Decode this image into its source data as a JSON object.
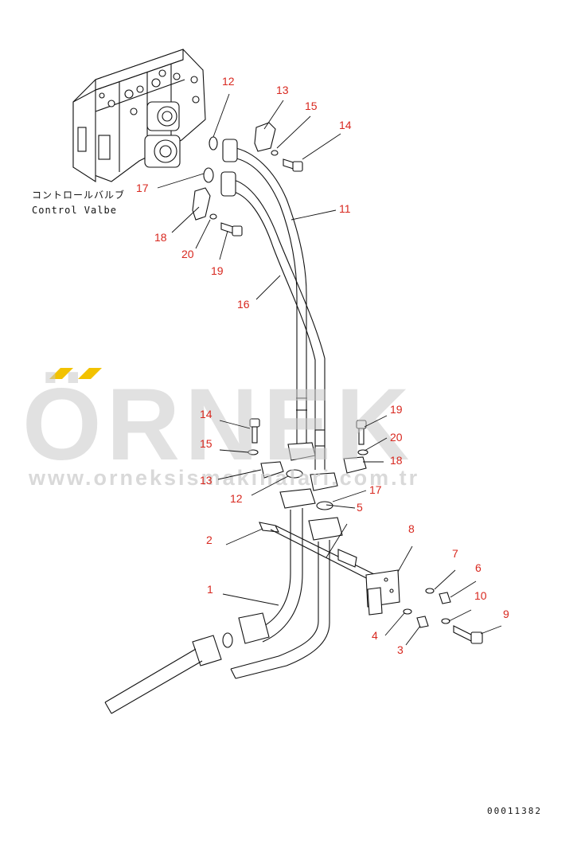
{
  "diagram": {
    "component_label_jp": "コントロールバルブ",
    "component_label_en": "Control Valbe",
    "drawing_code": "00011382",
    "watermark": {
      "brand": "ÖRNEK",
      "url": "www.orneksismakinalari.com.tr",
      "accent_color": "#f2c200"
    },
    "callout_color": "#d8281f",
    "callouts": [
      {
        "id": "c12a",
        "text": "12"
      },
      {
        "id": "c13a",
        "text": "13"
      },
      {
        "id": "c15a",
        "text": "15"
      },
      {
        "id": "c14a",
        "text": "14"
      },
      {
        "id": "c17a",
        "text": "17"
      },
      {
        "id": "c11",
        "text": "11"
      },
      {
        "id": "c18a",
        "text": "18"
      },
      {
        "id": "c20a",
        "text": "20"
      },
      {
        "id": "c19a",
        "text": "19"
      },
      {
        "id": "c16",
        "text": "16"
      },
      {
        "id": "c14b",
        "text": "14"
      },
      {
        "id": "c19b",
        "text": "19"
      },
      {
        "id": "c20b",
        "text": "20"
      },
      {
        "id": "c15b",
        "text": "15"
      },
      {
        "id": "c18b",
        "text": "18"
      },
      {
        "id": "c13b",
        "text": "13"
      },
      {
        "id": "c17b",
        "text": "17"
      },
      {
        "id": "c12b",
        "text": "12"
      },
      {
        "id": "c5",
        "text": "5"
      },
      {
        "id": "c8",
        "text": "8"
      },
      {
        "id": "c2",
        "text": "2"
      },
      {
        "id": "c7",
        "text": "7"
      },
      {
        "id": "c6",
        "text": "6"
      },
      {
        "id": "c1",
        "text": "1"
      },
      {
        "id": "c10",
        "text": "10"
      },
      {
        "id": "c9",
        "text": "9"
      },
      {
        "id": "c4",
        "text": "4"
      },
      {
        "id": "c3",
        "text": "3"
      }
    ]
  }
}
